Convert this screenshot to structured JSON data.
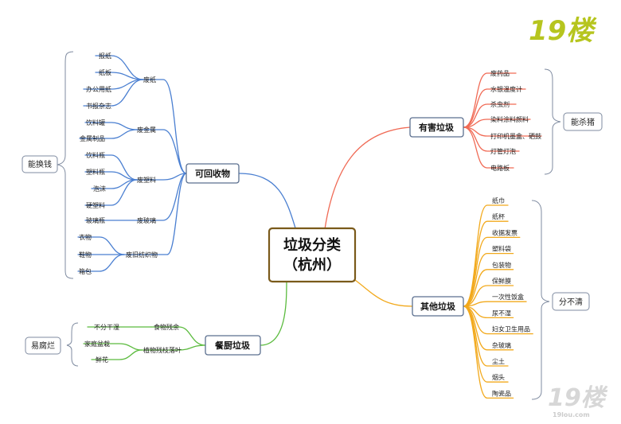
{
  "center": {
    "line1": "垃圾分类",
    "line2": "（杭州）"
  },
  "logo": {
    "top": "19楼",
    "bottom": "19楼",
    "bottom_url": "19lou.com"
  },
  "colors": {
    "recyclable": "#4a7fd1",
    "kitchen": "#5bbb3e",
    "hazard": "#f06a55",
    "other": "#f2a91c",
    "center_border": "#7a5a1a"
  },
  "recyclable": {
    "label": "可回收物",
    "side_label": "能换钱",
    "groups": [
      {
        "name": "废纸",
        "items": [
          "报纸",
          "纸板",
          "办公用纸",
          "书报杂志"
        ]
      },
      {
        "name": "废金属",
        "items": [
          "饮料罐",
          "金属制品"
        ]
      },
      {
        "name": "废塑料",
        "items": [
          "饮料瓶",
          "塑料瓶",
          "泡沫",
          "硬塑料"
        ]
      },
      {
        "name": "废玻璃",
        "items": [
          "玻璃瓶"
        ]
      },
      {
        "name": "废旧纺织物",
        "items": [
          "衣物",
          "鞋物",
          "箱包"
        ]
      }
    ]
  },
  "kitchen": {
    "label": "餐厨垃圾",
    "side_label": "易腐烂",
    "groups": [
      {
        "name": "食物残余",
        "items": [
          "不分干湿"
        ]
      },
      {
        "name": "植物残枝落叶",
        "items": [
          "家庭盆栽",
          "鲜花"
        ]
      }
    ]
  },
  "hazard": {
    "label": "有害垃圾",
    "side_label": "能杀猪",
    "items": [
      "废药品",
      "水银温度计",
      "杀虫剂",
      "染料涂料颜料",
      "打印机墨盒、硒鼓",
      "灯管灯泡",
      "电路板"
    ]
  },
  "other": {
    "label": "其他垃圾",
    "side_label": "分不清",
    "items": [
      "纸巾",
      "纸杯",
      "收据发票",
      "塑料袋",
      "包装物",
      "保鲜膜",
      "一次性饭盒",
      "尿不湿",
      "妇女卫生用品",
      "杂玻璃",
      "尘土",
      "烟头",
      "陶瓷品"
    ]
  }
}
